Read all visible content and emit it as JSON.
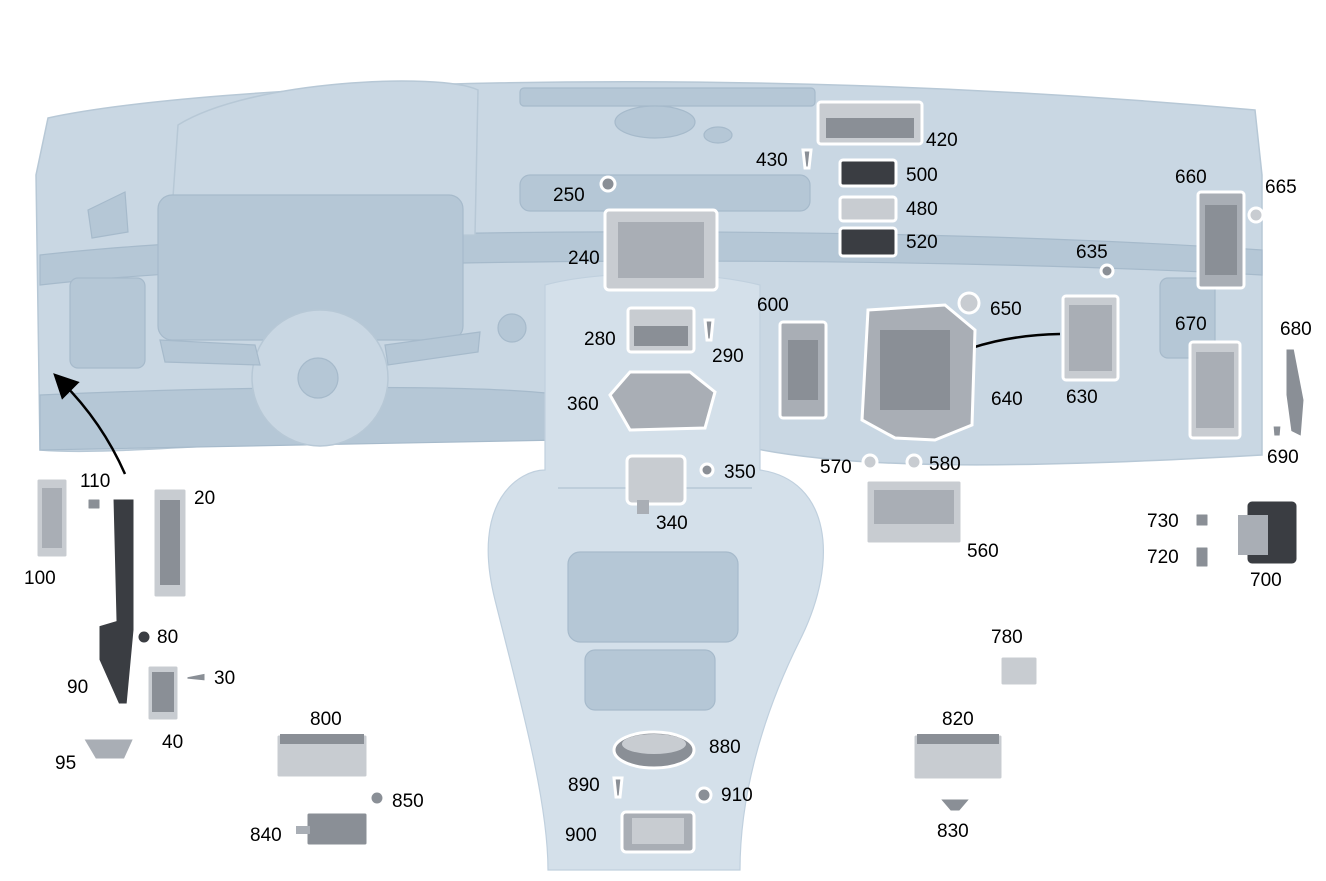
{
  "colors": {
    "background": "#ffffff",
    "dashboard": "#c9d7e3",
    "console": "#d4e0ea",
    "part_dark": "#8a8f96",
    "part_mid": "#a9aeb5",
    "part_light": "#c8ccd1",
    "label": "#000000"
  },
  "labels": {
    "l20": "20",
    "l30": "30",
    "l40": "40",
    "l80": "80",
    "l90": "90",
    "l95": "95",
    "l100": "100",
    "l110": "110",
    "l240": "240",
    "l250": "250",
    "l280": "280",
    "l290": "290",
    "l340": "340",
    "l350": "350",
    "l360": "360",
    "l420": "420",
    "l430": "430",
    "l480": "480",
    "l500": "500",
    "l520": "520",
    "l560": "560",
    "l570": "570",
    "l580": "580",
    "l600": "600",
    "l630": "630",
    "l635": "635",
    "l640": "640",
    "l650": "650",
    "l660": "660",
    "l665": "665",
    "l670": "670",
    "l680": "680",
    "l690": "690",
    "l700": "700",
    "l720": "720",
    "l730": "730",
    "l780": "780",
    "l800": "800",
    "l820": "820",
    "l830": "830",
    "l840": "840",
    "l850": "850",
    "l880": "880",
    "l890": "890",
    "l900": "900",
    "l910": "910"
  }
}
